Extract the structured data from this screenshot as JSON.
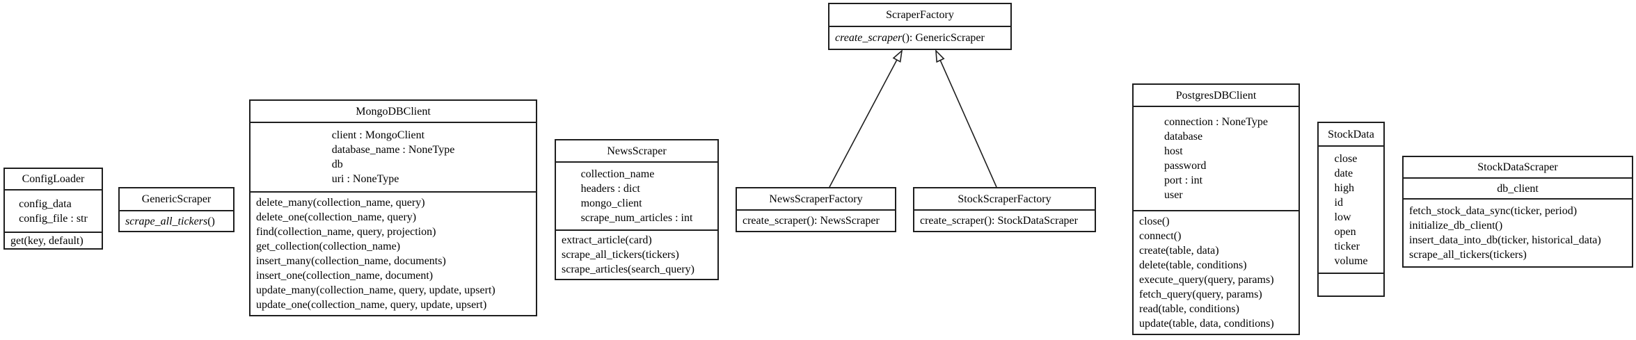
{
  "diagram": {
    "classes": {
      "config_loader": {
        "name": "ConfigLoader",
        "attributes": [
          "config_data",
          "config_file : str"
        ],
        "methods": [
          "get(key, default)"
        ]
      },
      "generic_scraper": {
        "name": "GenericScraper",
        "attributes": [],
        "methods": [
          {
            "italic": "scrape_all_tickers",
            "rest": "()"
          }
        ]
      },
      "mongo_db_client": {
        "name": "MongoDBClient",
        "attributes": [
          "client : MongoClient",
          "database_name : NoneType",
          "db",
          "uri : NoneType"
        ],
        "methods": [
          "delete_many(collection_name, query)",
          "delete_one(collection_name, query)",
          "find(collection_name, query, projection)",
          "get_collection(collection_name)",
          "insert_many(collection_name, documents)",
          "insert_one(collection_name, document)",
          "update_many(collection_name, query, update, upsert)",
          "update_one(collection_name, query, update, upsert)"
        ]
      },
      "news_scraper": {
        "name": "NewsScraper",
        "attributes": [
          "collection_name",
          "headers : dict",
          "mongo_client",
          "scrape_num_articles : int"
        ],
        "methods": [
          "extract_article(card)",
          "scrape_all_tickers(tickers)",
          "scrape_articles(search_query)"
        ]
      },
      "scraper_factory": {
        "name": "ScraperFactory",
        "attributes": [],
        "methods": [
          {
            "italic": "create_scraper",
            "rest": "(): GenericScraper"
          }
        ]
      },
      "news_scraper_factory": {
        "name": "NewsScraperFactory",
        "attributes": [],
        "methods": [
          "create_scraper(): NewsScraper"
        ]
      },
      "stock_scraper_factory": {
        "name": "StockScraperFactory",
        "attributes": [],
        "methods": [
          "create_scraper(): StockDataScraper"
        ]
      },
      "postgres_db_client": {
        "name": "PostgresDBClient",
        "attributes": [
          "connection : NoneType",
          "database",
          "host",
          "password",
          "port : int",
          "user"
        ],
        "methods": [
          "close()",
          "connect()",
          "create(table, data)",
          "delete(table, conditions)",
          "execute_query(query, params)",
          "fetch_query(query, params)",
          "read(table, conditions)",
          "update(table, data, conditions)"
        ]
      },
      "stock_data": {
        "name": "StockData",
        "attributes": [
          "close",
          "date",
          "high",
          "id",
          "low",
          "open",
          "ticker",
          "volume"
        ],
        "methods": []
      },
      "stock_data_scraper": {
        "name": "StockDataScraper",
        "attributes": [
          "db_client"
        ],
        "methods": [
          "fetch_stock_data_sync(ticker, period)",
          "initialize_db_client()",
          "insert_data_into_db(ticker, historical_data)",
          "scrape_all_tickers(tickers)"
        ]
      }
    },
    "relations": [
      {
        "from": "NewsScraperFactory",
        "to": "ScraperFactory",
        "type": "inheritance"
      },
      {
        "from": "StockScraperFactory",
        "to": "ScraperFactory",
        "type": "inheritance"
      }
    ],
    "colors": {
      "line": "#1e1e1e",
      "background": "#ffffff",
      "text": "#000000"
    }
  }
}
